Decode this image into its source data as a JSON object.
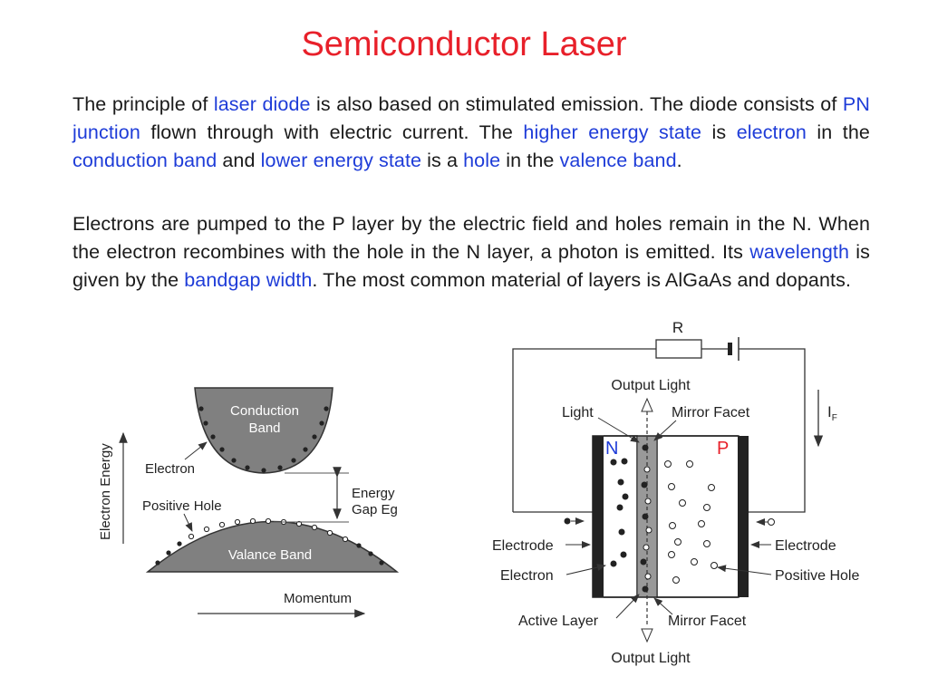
{
  "slide": {
    "title": "Semiconductor Laser",
    "paragraph1": [
      {
        "t": "The principle of ",
        "hl": false
      },
      {
        "t": "laser diode",
        "hl": true
      },
      {
        "t": " is also based on stimulated emission. The diode consists of ",
        "hl": false
      },
      {
        "t": "PN junction",
        "hl": true
      },
      {
        "t": " flown through with electric current. The ",
        "hl": false
      },
      {
        "t": "higher energy state",
        "hl": true
      },
      {
        "t": " is ",
        "hl": false
      },
      {
        "t": "electron",
        "hl": true
      },
      {
        "t": " in the ",
        "hl": false
      },
      {
        "t": "conduction band",
        "hl": true
      },
      {
        "t": " and ",
        "hl": false
      },
      {
        "t": "lower energy state",
        "hl": true
      },
      {
        "t": " is a ",
        "hl": false
      },
      {
        "t": "hole",
        "hl": true
      },
      {
        "t": " in the ",
        "hl": false
      },
      {
        "t": "valence band",
        "hl": true
      },
      {
        "t": ".",
        "hl": false
      }
    ],
    "paragraph2": [
      {
        "t": "Electrons are pumped to the P layer by the electric field and holes remain in the N. When the electron recombines with the hole in the N layer, a photon is emitted. Its ",
        "hl": false
      },
      {
        "t": "wavelength",
        "hl": true
      },
      {
        "t": " is given by the ",
        "hl": false
      },
      {
        "t": "bandgap width",
        "hl": true
      },
      {
        "t": ". The most common material of layers is AlGaAs and dopants.",
        "hl": false
      }
    ]
  },
  "band_diagram": {
    "conduction": "Conduction",
    "band": "Band",
    "electron": "Electron",
    "positive_hole": "Positive Hole",
    "energy": "Energy",
    "gap": "Gap Eg",
    "valance_band": "Valance Band",
    "y_axis": "Electron Energy",
    "x_axis": "Momentum"
  },
  "laser_diagram": {
    "resistor": "R",
    "current": "I",
    "current_sub": "F",
    "output_light_top": "Output Light",
    "light": "Light",
    "mirror_facet_top": "Mirror Facet",
    "n_label": "N",
    "p_label": "P",
    "electrode_left": "Electrode",
    "electron_left": "Electron",
    "electrode_right": "Electrode",
    "positive_hole_right": "Positive Hole",
    "active_layer": "Active Layer",
    "mirror_facet_bottom": "Mirror Facet",
    "output_light_bottom": "Output Light"
  },
  "colors": {
    "title": "#e8202a",
    "highlight": "#1e3cd8",
    "np_label": "#1e3cd8",
    "p_label": "#e8202a"
  }
}
